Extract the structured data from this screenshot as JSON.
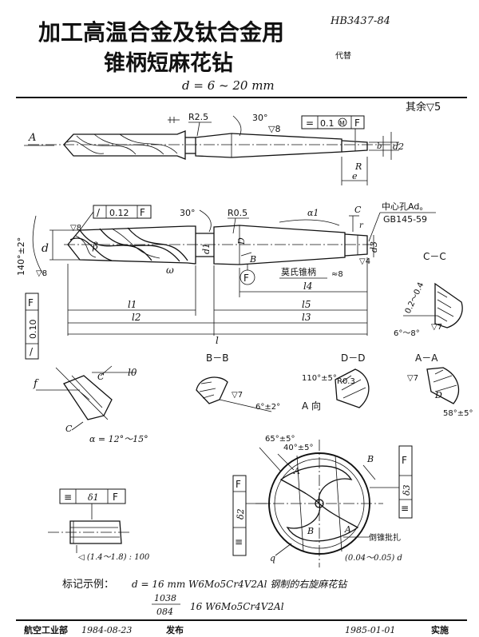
{
  "header": {
    "title_line1": "加工高温合金及钛合金用",
    "title_line2": "锥柄短麻花钻",
    "standard_no": "HB3437-84",
    "replaces": "代替",
    "size_range": "d = 6 ~ 20 mm"
  },
  "roughness_note": "其余▽5",
  "views": {
    "top": {
      "section_mark": "A",
      "radius_label": "R2.5",
      "angle_label": "30°",
      "roughness_label": "▽8",
      "frame_symbol": "=",
      "frame_value": "0.1",
      "frame_modifier": "M",
      "frame_datum": "F",
      "dim_R": "R",
      "dim_e": "e",
      "dim_b": "b",
      "dim_d2": "d2"
    },
    "main": {
      "frame_symbol": "/",
      "frame_value": "0.12",
      "frame_datum": "F",
      "roughness_top": "▽8",
      "angle_30": "30°",
      "radius_r05": "R0.5",
      "alpha1": "α1",
      "label_C": "C",
      "center_hole": "中心孔Ad。",
      "center_std": "GB145-59",
      "point_angle": "140°±2°",
      "dim_d": "d",
      "label_beta": "β",
      "label_omega": "ω",
      "label_d1": "d1",
      "label_D": "D",
      "label_d3": "d3",
      "label_B": "B",
      "label_r": "r",
      "rough_side": "▽8",
      "datum_F": "F",
      "morse_label": "莫氏锥柄",
      "rough_8": "≈8",
      "rough_4": "▽4",
      "l4": "l4",
      "l1": "l1",
      "l5": "l5",
      "l2": "l2",
      "l3": "l3",
      "l": "l",
      "left_frame_datum": "F",
      "left_frame_value": "0.10",
      "left_frame_symbol": "/"
    },
    "section_cc": {
      "title": "C－C",
      "dim_a": "0.2～0.4",
      "angle": "6°～8°",
      "rough": "▽7"
    },
    "section_bb": {
      "title": "B－B",
      "rough": "▽7",
      "angle": "6°±2°"
    },
    "section_dd": {
      "title": "D－D",
      "angle": "110°±5°",
      "radius": "R0.3"
    },
    "section_aa": {
      "title": "A－A",
      "rough": "▽7",
      "label_D": "D",
      "angle": "58°±5°"
    },
    "detail_left": {
      "label_f": "f",
      "label_c": "C",
      "label_l0": "l0",
      "label_c2": "C",
      "angle": "α = 12°～15°"
    },
    "end_view": {
      "title": "A 向",
      "angle1": "65°±5°",
      "angle2": "40°±5°",
      "label_A1": "A",
      "label_B1": "B",
      "label_B2": "B",
      "label_A2": "A",
      "frame1_datum": "F",
      "frame1_symbol": "≡",
      "frame1_value": "δ2",
      "frame2_value": "δ3",
      "frame2_datum": "F",
      "frame2_symbol": "≡",
      "label_q": "q",
      "note_taper": "(0.04～0.05) d",
      "note_cut": "倒锥批扎"
    },
    "small_detail": {
      "frame_symbol": "≡",
      "frame_value": "δ1",
      "frame_datum": "F",
      "taper": "◁ (1.4～1.8) : 100"
    }
  },
  "marking": {
    "label": "标记示例：",
    "example": "d = 16 mm   W6Mo5Cr4V2Al 钢制的右旋麻花钻",
    "fraction_top": "1038",
    "fraction_bottom": "084",
    "code_rest": "16   W6Mo5Cr4V2Al"
  },
  "footer": {
    "issuer": "航空工业部",
    "issue_date": "1984-08-23",
    "issued": "发布",
    "effective_date": "1985-01-01",
    "implemented": "实施"
  }
}
